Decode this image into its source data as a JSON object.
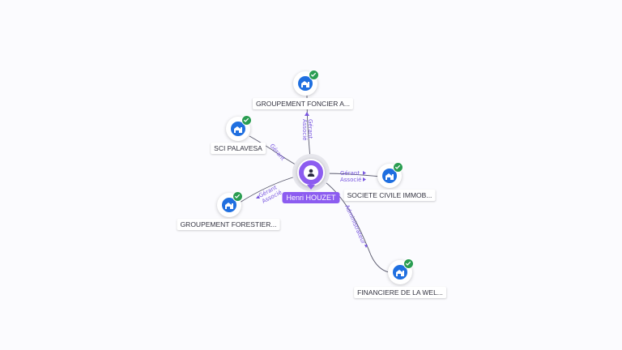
{
  "center": {
    "name": "Henri HOUZET",
    "icon": "person-icon"
  },
  "companies": [
    {
      "key": "gfa",
      "label": "GROUPEMENT FONCIER A...",
      "icon": "building-icon",
      "status_icon": "check-icon"
    },
    {
      "key": "sci",
      "label": "SCI PALAVESA",
      "icon": "building-icon",
      "status_icon": "check-icon"
    },
    {
      "key": "sci2",
      "label": "SOCIETE CIVILE IMMOB...",
      "icon": "building-icon",
      "status_icon": "check-icon"
    },
    {
      "key": "gf",
      "label": "GROUPEMENT FORESTIER...",
      "icon": "building-icon",
      "status_icon": "check-icon"
    },
    {
      "key": "fin",
      "label": "FINANCIERE DE LA WEL...",
      "icon": "building-icon",
      "status_icon": "check-icon"
    }
  ],
  "edges": {
    "gfa": [
      "Gérant",
      "Associé"
    ],
    "sci": [
      "Gérant"
    ],
    "sci2": [
      "Gérant",
      "Associé"
    ],
    "gf": [
      "Gérant",
      "Associé"
    ],
    "fin": [
      "Administrateur"
    ]
  },
  "colors": {
    "person": "#8c5cf0",
    "company": "#1f6fe0",
    "check": "#2a9d52",
    "edge_label": "#7a58e0"
  }
}
